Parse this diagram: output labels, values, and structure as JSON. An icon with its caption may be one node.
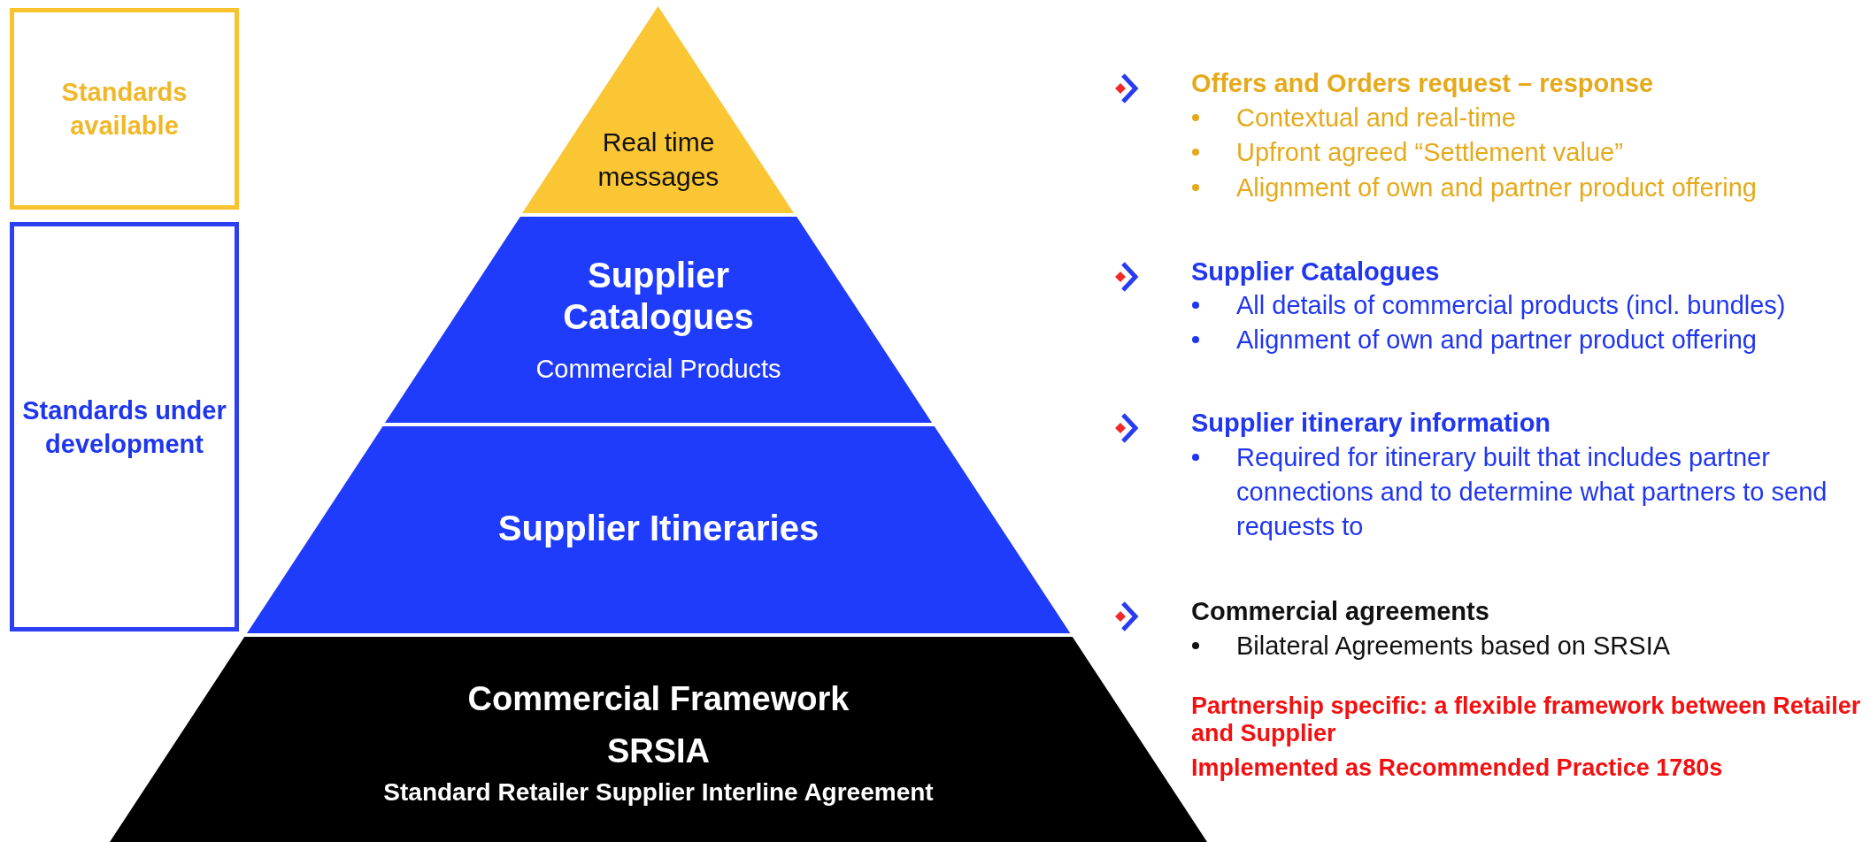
{
  "diagram": {
    "nodes": [
      {
        "text": [
          "Standards available"
        ]
      },
      {
        "text": [
          "Standards under development"
        ]
      },
      {
        "text": [
          "Real time messages"
        ]
      },
      {
        "text": [
          "Supplier Catalogues",
          "Commercial Products"
        ]
      },
      {
        "text": [
          "Supplier Itineraries"
        ]
      },
      {
        "text": [
          "Commercial Framework",
          "SRSIA",
          "Standard Retailer Supplier Interline Agreement"
        ]
      }
    ],
    "labels": [
      "Offers and Orders request – response",
      "Contextual and real-time",
      "Upfront agreed “Settlement value”",
      "Alignment of own and partner product offering",
      "Supplier Catalogues",
      "All details of commercial products (incl. bundles)",
      "Alignment of own and partner product offering",
      "Supplier itinerary information",
      "Required for itinerary built that includes partner connections and to determine what partners to send requests to",
      "Commercial agreements",
      "Bilateral Agreements based on SRSIA",
      "Partnership specific: a flexible framework between Retailer and Supplier",
      "Implemented as Recommended Practice 1780s"
    ]
  }
}
